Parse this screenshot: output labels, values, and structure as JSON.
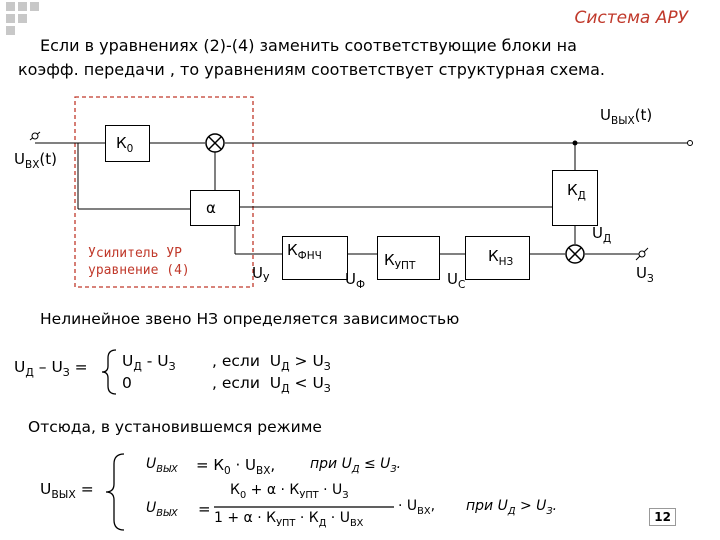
{
  "slide": {
    "title": "Система АРУ",
    "intro_line1": "Если в уравнениях (2)-(4) заменить соответствующие блоки на",
    "intro_line2": "коэфф. передачи , то уравнениям соответствует структурная схема.",
    "page_number": "12"
  },
  "diagram": {
    "input_label": "U",
    "input_sub": "ВХ",
    "input_tail": "(t)",
    "output_label": "U",
    "output_sub": "ВЫХ",
    "output_tail": "(t)",
    "block_k0": "К",
    "block_k0_sub": "0",
    "block_kd": "К",
    "block_kd_sub": "Д",
    "block_alpha": "α",
    "block_kfnch": "К",
    "block_kfnch_sub": "ФНЧ",
    "block_kupt": "К",
    "block_kupt_sub": "УПТ",
    "block_knz": "К",
    "block_knz_sub": "НЗ",
    "sig_uy": "U",
    "sig_uy_sub": "У",
    "sig_uf": "U",
    "sig_uf_sub": "Ф",
    "sig_uc": "U",
    "sig_uc_sub": "С",
    "sig_ud": "U",
    "sig_ud_sub": "Д",
    "sig_uz": "U",
    "sig_uz_sub": "З",
    "note_line1": "Усилитель УР",
    "note_line2": "уравнение (4)",
    "colors": {
      "note": "#c0392b",
      "dashed_box": "#c0392b",
      "lines": "#000000"
    }
  },
  "text": {
    "nonlinear": "Нелинейное звено НЗ определяется зависимостью",
    "steady": "Отсюда, в установившемся режиме"
  },
  "eq1": {
    "lhs": "U",
    "lhs_sub1": "Д",
    "lhs_mid": " – U",
    "lhs_sub2": "З",
    "case1_expr": "U",
    "case1_sub1": "Д",
    "case1_mid": " - U",
    "case1_sub2": "З",
    "case1_cond": ", если",
    "case1_cmp_l": "U",
    "case1_cmp_l_sub": "Д",
    "case1_op": " > U",
    "case1_cmp_r_sub": "З",
    "case2_expr": "0",
    "case2_cond": ", если",
    "case2_cmp_l": "U",
    "case2_cmp_l_sub": "Д",
    "case2_op": " < U",
    "case2_cmp_r_sub": "З"
  },
  "eq2": {
    "lhs": "U",
    "lhs_sub": "ВЫХ",
    "row1_lhs": "U",
    "row1_lhs_sub": "ВЫХ",
    "row1_rhs": "= К",
    "row1_rhs_sub": "0",
    "row1_rhs_tail": " · U",
    "row1_rhs_sub2": "ВХ",
    "row1_comma": ",",
    "row1_cond": "при U",
    "row1_cond_sub": "Д",
    "row1_cond_tail": " ≤ U",
    "row1_cond_sub2": "З",
    "row1_dot": ".",
    "row2_lhs": "U",
    "row2_lhs_sub": "ВЫХ",
    "row2_eq": "=",
    "num_a": "К",
    "num_a_sub": "0",
    "num_b": " + α · К",
    "num_b_sub": "УПТ",
    "num_c": " · U",
    "num_c_sub": "З",
    "den_a": "1 + α · К",
    "den_a_sub": "УПТ",
    "den_b": " · К",
    "den_b_sub": "Д",
    "den_c": " · U",
    "den_c_sub": "ВХ",
    "row2_tail": "· U",
    "row2_tail_sub": "ВХ",
    "row2_comma": ",",
    "row2_cond": "при U",
    "row2_cond_sub": "Д",
    "row2_cond_tail": " > U",
    "row2_cond_sub2": "З",
    "row2_dot": "."
  }
}
